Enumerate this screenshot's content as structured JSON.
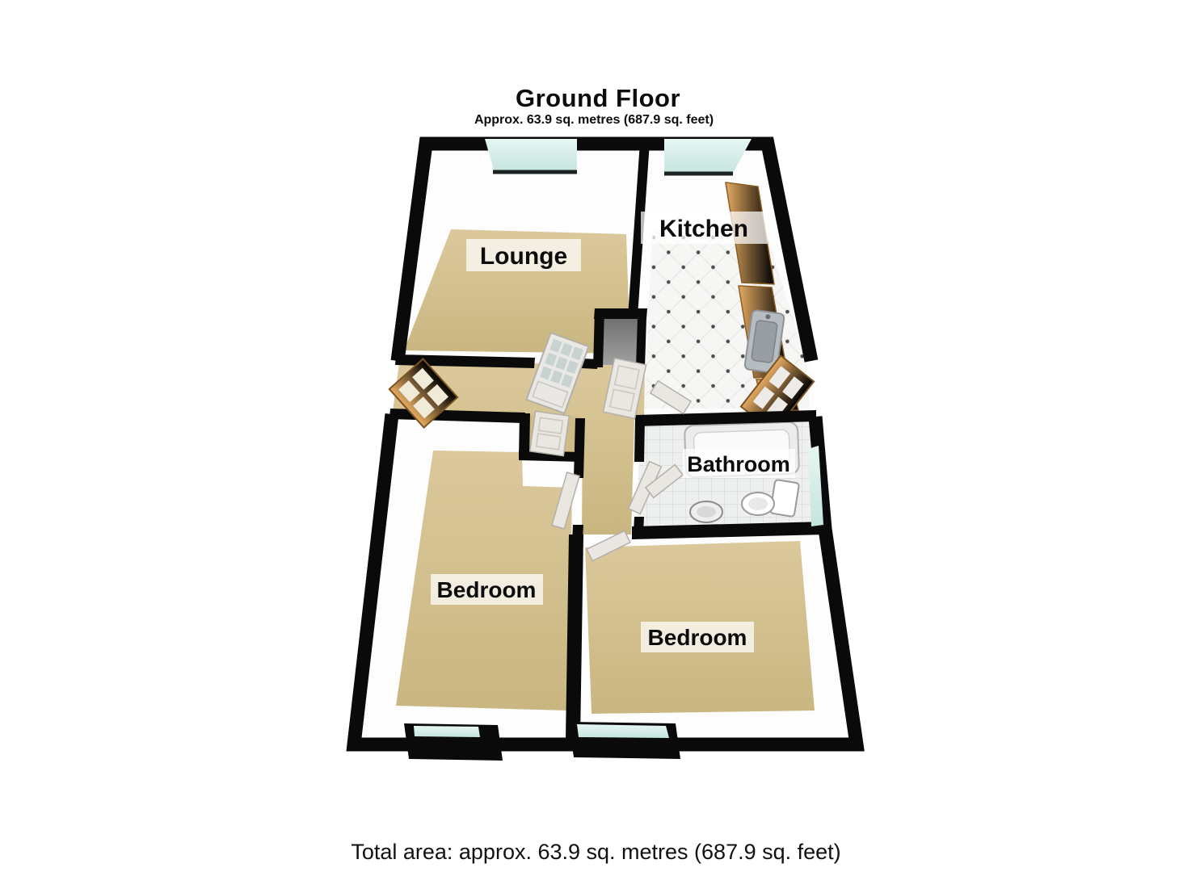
{
  "header": {
    "title": "Ground Floor",
    "subtitle": "Approx. 63.9 sq. metres (687.9 sq. feet)"
  },
  "rooms": [
    {
      "label": "Lounge"
    },
    {
      "label": "Kitchen"
    },
    {
      "label": "Bathroom"
    },
    {
      "label": "Bedroom"
    },
    {
      "label": "Bedroom"
    }
  ],
  "footer": {
    "total_area": "Total area: approx. 63.9 sq. metres (687.9 sq. feet)"
  },
  "colors": {
    "wall": "#0a0a0a",
    "carpet": "#d3c190",
    "window_glass": "#d9efec",
    "wood": "#cd9146",
    "kitchen_tile": "#f6f6f5",
    "bathroom_tile": "#eef0ef",
    "vestibule_floor": "#8a8a8a",
    "label_background": "#ffffff"
  }
}
